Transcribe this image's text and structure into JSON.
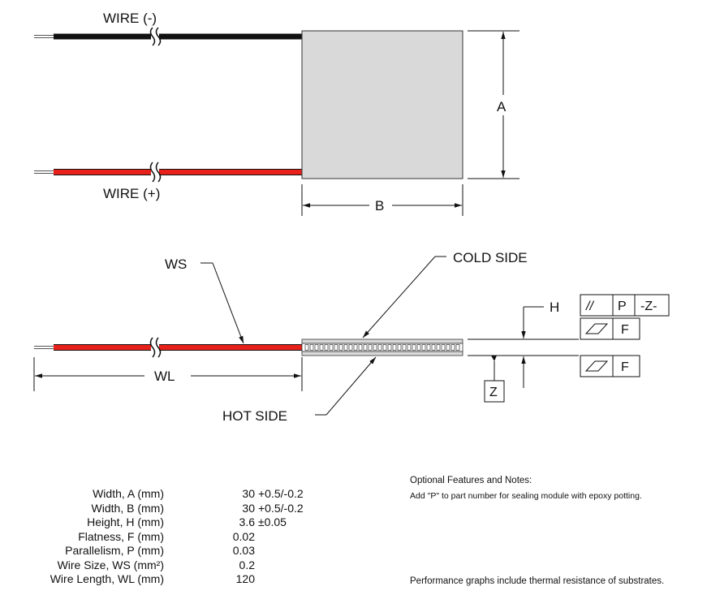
{
  "top_view": {
    "wire_neg_label": "WIRE (-)",
    "wire_pos_label": "WIRE (+)",
    "dim_a": "A",
    "dim_b": "B"
  },
  "side_view": {
    "ws_label": "WS",
    "cold_side_label": "COLD SIDE",
    "hot_side_label": "HOT SIDE",
    "wl_label": "WL",
    "h_label": "H",
    "z_label": "Z",
    "parallelism_symbol": "//",
    "parallelism_p": "P",
    "parallelism_datum": "-Z-",
    "flatness_f_top": "F",
    "flatness_f_bottom": "F"
  },
  "specs": [
    {
      "name": "Width, A (mm)",
      "value": "30",
      "tol": "+0.5/-0.2"
    },
    {
      "name": "Width, B (mm)",
      "value": "30",
      "tol": "+0.5/-0.2"
    },
    {
      "name": "Height, H (mm)",
      "value": "3.6",
      "tol": "±0.05"
    },
    {
      "name": "Flatness, F (mm)",
      "value": "0.02",
      "tol": ""
    },
    {
      "name": "Parallelism, P (mm)",
      "value": "0.03",
      "tol": ""
    },
    {
      "name": "Wire Size, WS (mm²)",
      "value": "0.2",
      "tol": ""
    },
    {
      "name": "Wire Length, WL (mm)",
      "value": "120",
      "tol": ""
    }
  ],
  "notes": {
    "title": "Optional Features and Notes:",
    "line1": "Add \"P\" to part number for sealing module with epoxy potting.",
    "performance": "Performance graphs include thermal resistance of substrates."
  },
  "colors": {
    "wire_negative": "#111111",
    "wire_positive": "#e8201a",
    "module_fill": "#d9d9d9"
  }
}
